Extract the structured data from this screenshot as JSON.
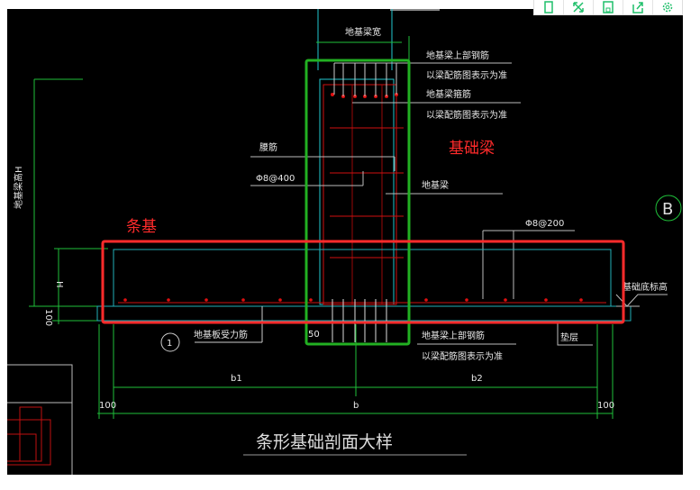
{
  "toolbar": {
    "buttons": [
      {
        "name": "phone-icon",
        "label": "mobile view"
      },
      {
        "name": "fullscreen-icon",
        "label": "fullscreen"
      },
      {
        "name": "save-icon",
        "label": "save"
      },
      {
        "name": "share-icon",
        "label": "share"
      },
      {
        "name": "settings-icon",
        "label": "settings"
      }
    ],
    "accent_color": "#1fbf6a"
  },
  "drawing": {
    "title": "条形基础剖面大样",
    "beam_width_label": "地基梁宽",
    "beam_top_rebar_label": "地基梁上部钢筋",
    "per_beam_drawing_label": "以梁配筋图表示为准",
    "beam_stirrup_label": "地基梁箍筋",
    "tie_bar_label": "腰筋",
    "tie_bar_spec": "Φ8@400",
    "beam_label": "地基梁",
    "distribution_spec": "Φ8@200",
    "axis_label": "B",
    "foundation_height_label": "地基梁高H",
    "dim_H": "H",
    "dim_100_left": "100",
    "slab_rebar_label": "地基板受力筋",
    "slab_rebar_marker": "1",
    "dim_50": "50",
    "bottom_rebar_label": "地基梁上部钢筋",
    "bottom_rebar_note": "以梁配筋图表示为准",
    "cushion_label": "垫层",
    "bottom_elevation_label": "基础底标高",
    "dim_b1": "b1",
    "dim_b2": "b2",
    "dim_b": "b",
    "dim_100_bl": "100",
    "dim_100_br": "100"
  },
  "annotations": {
    "foundation_beam": "基础梁",
    "strip_foundation": "条基",
    "highlight_color": "#ff2b2b",
    "beam_box_color": "#22b022"
  }
}
